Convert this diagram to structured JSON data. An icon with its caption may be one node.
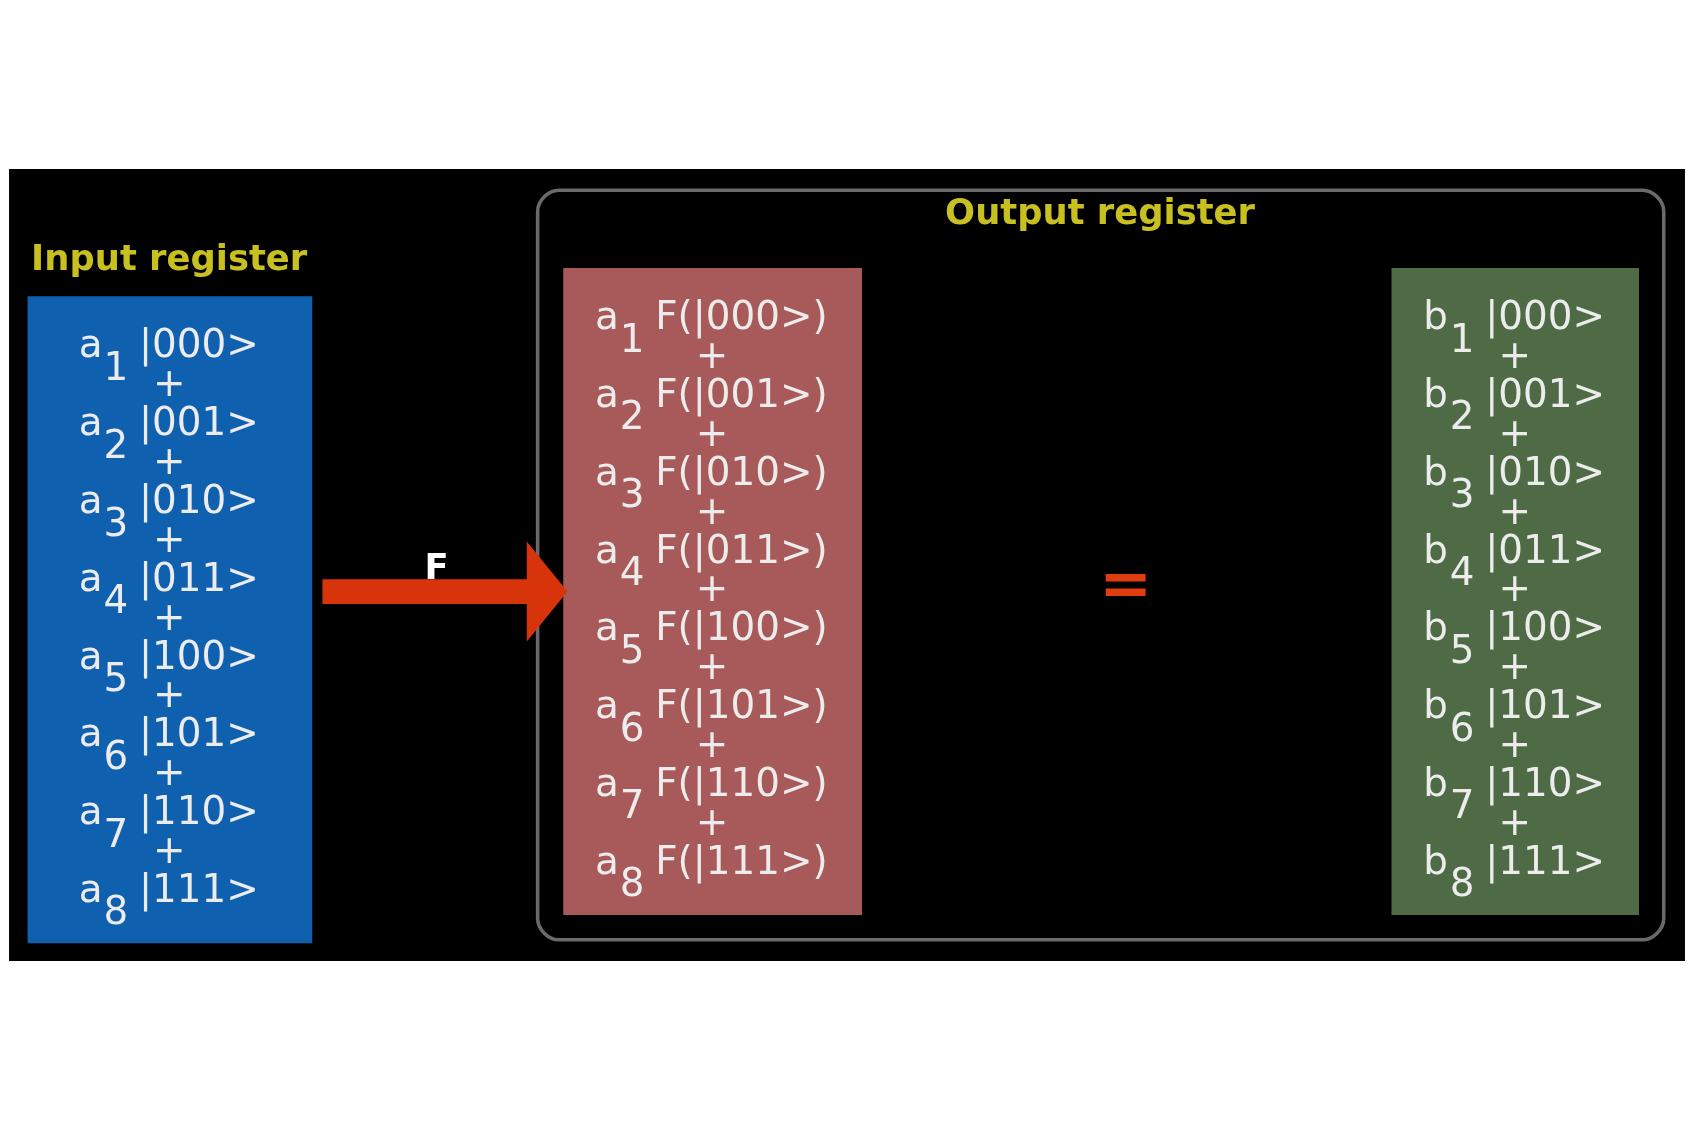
{
  "diagram": {
    "nodes": [
      {
        "text": [
          "Input register",
          "a$_{1}$ |000>",
          "+",
          "a$_{2}$ |001>",
          "+",
          "a$_{3}$ |010>",
          "+",
          "a$_{4}$ |011>",
          "+",
          "a$_{5}$ |100>",
          "+",
          "a$_{6}$ |101>",
          "+",
          "a$_{7}$ |110>",
          "+",
          "a$_{8}$ |111>"
        ]
      },
      {
        "text": [
          "Output register"
        ]
      },
      {
        "text": [
          "a$_{1}$ F(|000>)",
          "+",
          "a$_{2}$ F(|001>)",
          "+",
          "a$_{3}$ F(|010>)",
          "+",
          "a$_{4}$ F(|011>)",
          "+",
          "a$_{5}$ F(|100>)",
          "+",
          "a$_{6}$ F(|101>)",
          "+",
          "a$_{7}$ F(|110>)",
          "+",
          "a$_{8}$ F(|111>)"
        ],
        "in": 1
      },
      {
        "text": [
          "b$_{1}$ |000>",
          "+",
          "b$_{2}$ |001>",
          "+",
          "b$_{3}$ |010>",
          "+",
          "b$_{4}$ |011>",
          "+",
          "b$_{5}$ |100>",
          "+",
          "b$_{6}$ |101>",
          "+",
          "b$_{7}$ |110>",
          "+",
          "b$_{8}$ |111>"
        ],
        "in": 1
      }
    ],
    "edges": [
      {
        "from": 0,
        "to": 2,
        "arrow": "to",
        "label": "F",
        "color": "#d8340c"
      }
    ],
    "labels": [
      "="
    ]
  }
}
